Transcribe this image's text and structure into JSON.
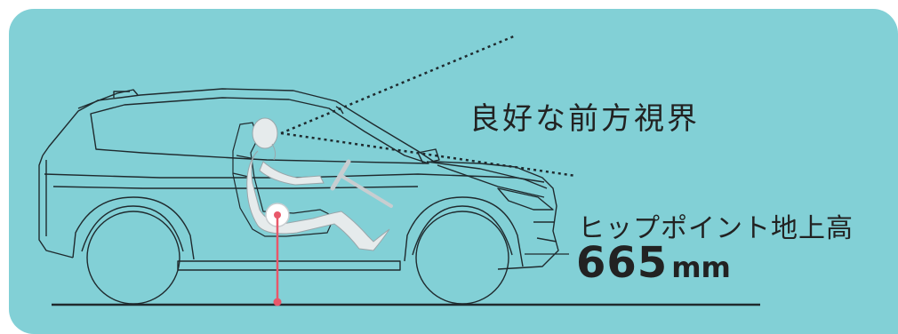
{
  "labels": {
    "forward_visibility": "良好な前方視界",
    "hip_point_height_label": "ヒップポイント地上高",
    "hip_point_height_value": "665",
    "hip_point_height_unit": "mm"
  },
  "colors": {
    "background": "#82d0d6",
    "line": "#1f2a2e",
    "accent": "#e8586a",
    "figure": "#e6ebec"
  }
}
